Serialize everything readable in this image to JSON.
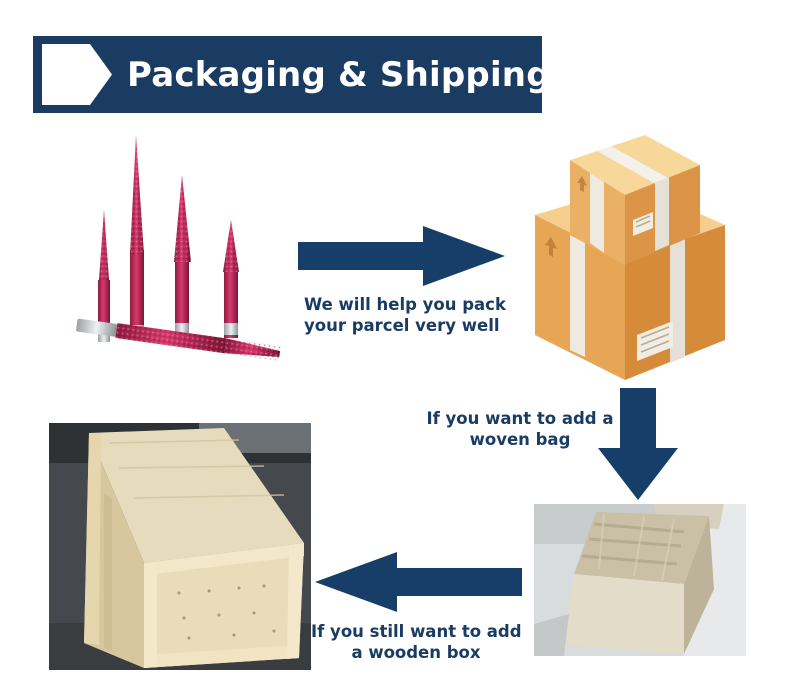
{
  "header": {
    "title": "Packaging & Shipping"
  },
  "steps": {
    "pack": {
      "line1": "We will help you pack",
      "line2": "your parcel very well"
    },
    "woven_bag": {
      "line1": "If you want to add a",
      "line2": "woven bag"
    },
    "wooden_box": {
      "line1": "If you still want to add",
      "line2": "a wooden box"
    }
  },
  "colors": {
    "brand": "#1a3c63",
    "arrow": "#173e68",
    "header_text": "#ffffff"
  },
  "icons": {
    "header_marker": "chevron-right-icon",
    "arrow_right": "arrow-right-icon",
    "arrow_down": "arrow-down-icon",
    "arrow_left": "arrow-left-icon"
  }
}
